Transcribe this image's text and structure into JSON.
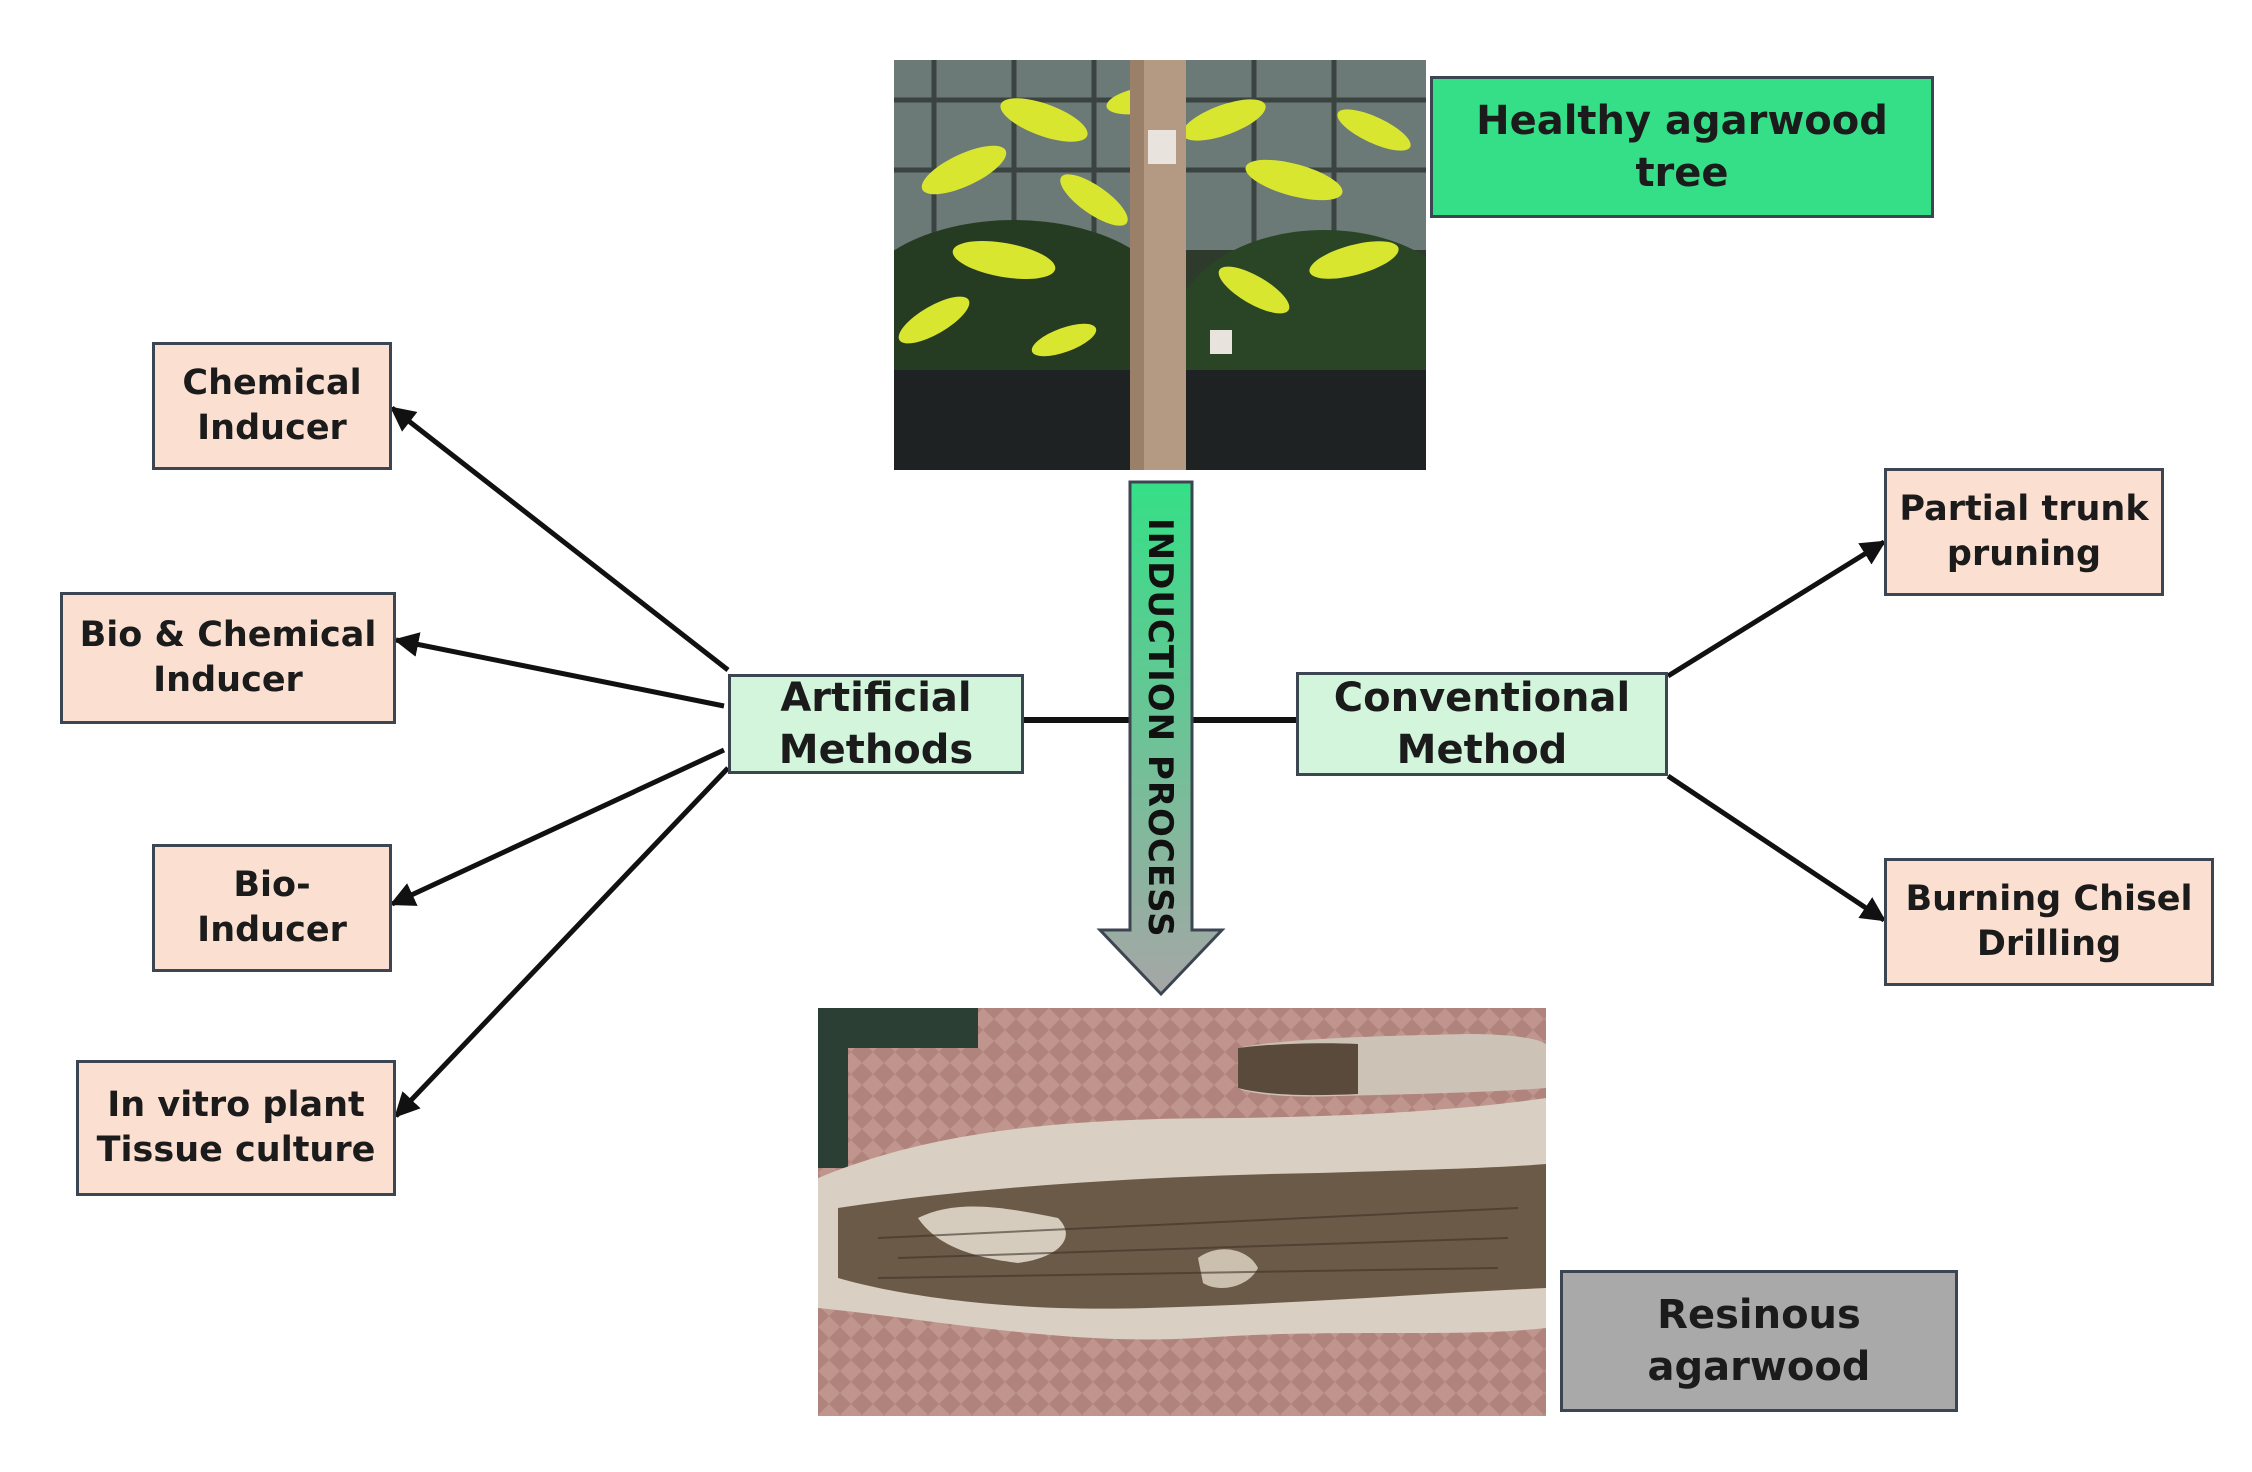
{
  "diagram": {
    "top_label": [
      "Healthy agarwood",
      "tree"
    ],
    "center_arrow_label": "INDUCTION PROCESS",
    "artificial": [
      "Artificial",
      "Methods"
    ],
    "conventional": [
      "Conventional",
      "Method"
    ],
    "left_items": [
      [
        "Chemical",
        "Inducer"
      ],
      [
        "Bio & Chemical",
        "Inducer"
      ],
      [
        "Bio-",
        "Inducer"
      ],
      [
        "In vitro plant",
        "Tissue culture"
      ]
    ],
    "right_items": [
      [
        "Partial trunk",
        "pruning"
      ],
      [
        "Burning Chisel",
        "Drilling"
      ]
    ],
    "bottom_label": [
      "Resinous",
      "agarwood"
    ],
    "images": [
      {
        "name": "healthy-tree-photo"
      },
      {
        "name": "resinous-wood-photo"
      }
    ],
    "colors": {
      "salmon": "#fbe0d2",
      "mint": "#d2f5dc",
      "green": "#35df87",
      "gray": "#a9a9a9",
      "arrow_top": "#35df87",
      "arrow_bottom": "#a6a6a6"
    }
  }
}
